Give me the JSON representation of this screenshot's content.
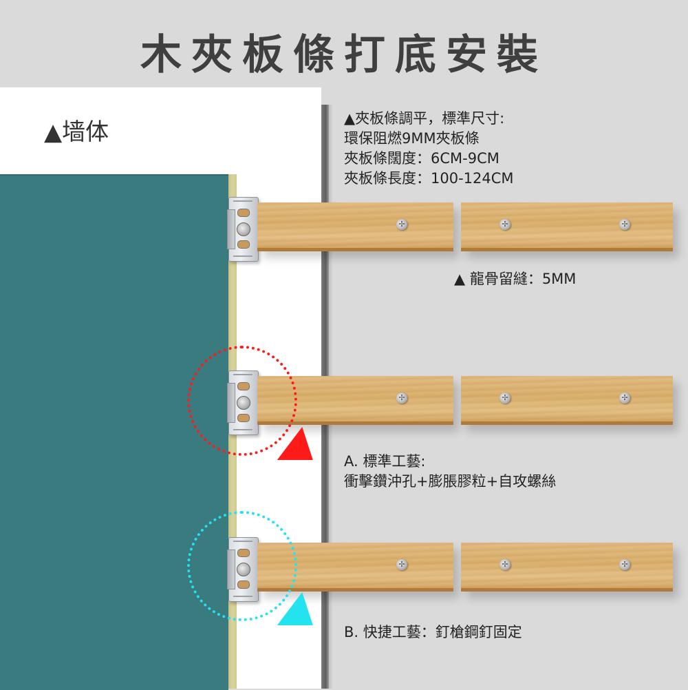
{
  "title": "木夾板條打底安裝",
  "wall": {
    "label": "▲墙体",
    "color": "#3a7b7f",
    "edge_color": "#d3cd92"
  },
  "spec": {
    "lines": [
      "▲夾板條調平，標準尺寸:",
      "環保阻燃9MM夾板條",
      "夾板條闊度：6CM-9CM",
      "夾板條長度：100-124CM"
    ]
  },
  "gap_note": "▲ 龍骨留縫：5MM",
  "method_a": {
    "line1": "A.  標準工藝:",
    "line2": "衝擊鑽沖孔+膨脹膠粒+自攻螺絲",
    "highlight_color": "#ff1a1a"
  },
  "method_b": {
    "line1": "B.  快捷工藝：釘槍鋼釘固定",
    "highlight_color": "#22e3ee"
  },
  "icons": {
    "screw": "✢"
  },
  "colors": {
    "background": "#dadada",
    "panel": "#ffffff",
    "wood": "#dcb374",
    "post": "#6a6a6a"
  }
}
